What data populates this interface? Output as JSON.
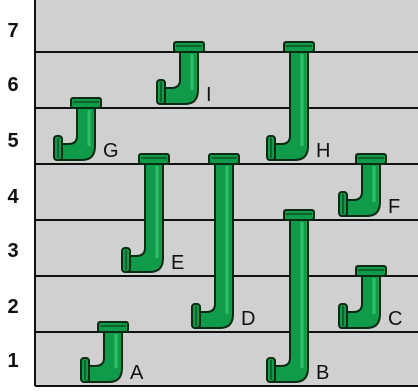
{
  "colors": {
    "background": "#d0d0d0",
    "row_line": "#111111",
    "pipe_fill": "#0f9b4a",
    "pipe_stroke": "#0a2a12",
    "text": "#111111"
  },
  "rows": {
    "labels": [
      "1",
      "2",
      "3",
      "4",
      "5",
      "6",
      "7"
    ]
  },
  "pipes": [
    {
      "letter": "A",
      "top_row": 2,
      "bottom_row": 1
    },
    {
      "letter": "B",
      "top_row": 4,
      "bottom_row": 1
    },
    {
      "letter": "C",
      "top_row": 3,
      "bottom_row": 2
    },
    {
      "letter": "D",
      "top_row": 5,
      "bottom_row": 2
    },
    {
      "letter": "E",
      "top_row": 5,
      "bottom_row": 3
    },
    {
      "letter": "F",
      "top_row": 5,
      "bottom_row": 4
    },
    {
      "letter": "G",
      "top_row": 6,
      "bottom_row": 5
    },
    {
      "letter": "H",
      "top_row": 7,
      "bottom_row": 5
    },
    {
      "letter": "I",
      "top_row": 7,
      "bottom_row": 6
    }
  ]
}
